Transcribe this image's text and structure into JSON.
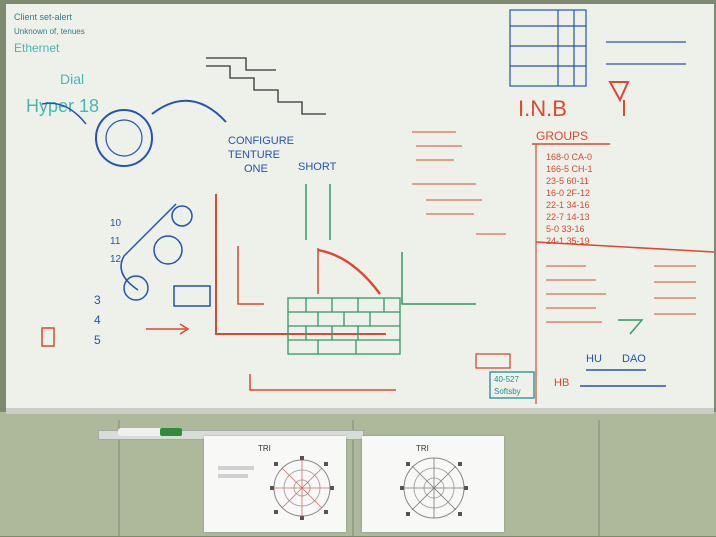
{
  "board": {
    "top_left_notes": [
      "Client set-alert",
      "Unknown of, tenues",
      "Ethernet",
      "Dial",
      "Hyper 18"
    ],
    "center_notes": [
      "CONFIGURE",
      "TENTURE",
      "ONE",
      "SHORT"
    ],
    "right_title": "I.N.B",
    "right_subtitle": "GROUPS",
    "right_group": [
      "168-0  CA-0",
      "166-5  CH-1",
      "23-5  60-11",
      "16-0  2F-12",
      "22-1  34-16",
      "22-7  14-13",
      "5-0  33-16",
      "24-1  35-19"
    ],
    "bottom_right": [
      "HU",
      "DAO",
      "HB"
    ],
    "bottom_center": [
      "40-527",
      "Softsby"
    ],
    "left_diagram": [
      "10",
      "11",
      "12",
      "3",
      "4",
      "5"
    ]
  },
  "sheets": [
    {
      "title": "TRI"
    },
    {
      "title": "TRI"
    }
  ],
  "colors": {
    "board": "#eef0ea",
    "wall": "#aeb99c",
    "red": "#e0472f",
    "green": "#2e9b63",
    "blue": "#2453b5",
    "teal": "#1d8e8f"
  }
}
